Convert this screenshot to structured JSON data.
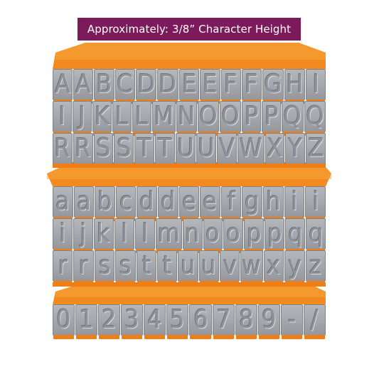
{
  "banner": {
    "text": "Approximately: 3/8” Character Height"
  },
  "colors": {
    "banner_bg": "#7d1a5c",
    "stamp_body": "#a3a7ac",
    "handle_orange": "#f07e16"
  },
  "uppercase": {
    "row1": [
      "A",
      "A",
      "B",
      "C",
      "D",
      "D",
      "E",
      "E",
      "F",
      "F",
      "G",
      "H",
      "I"
    ],
    "row2": [
      "I",
      "J",
      "K",
      "L",
      "L",
      "M",
      "N",
      "O",
      "O",
      "P",
      "P",
      "Q",
      "Q"
    ],
    "row3": [
      "R",
      "R",
      "S",
      "S",
      "T",
      "T",
      "U",
      "U",
      "V",
      "W",
      "X",
      "Y",
      "Z"
    ]
  },
  "lowercase": {
    "row1": [
      "a",
      "a",
      "b",
      "c",
      "d",
      "d",
      "e",
      "e",
      "f",
      "g",
      "h",
      "i",
      "i"
    ],
    "row2": [
      "i",
      "j",
      "k",
      "l",
      "l",
      "m",
      "n",
      "o",
      "o",
      "p",
      "p",
      "q",
      "q"
    ],
    "row3": [
      "r",
      "r",
      "s",
      "s",
      "t",
      "t",
      "u",
      "u",
      "v",
      "w",
      "x",
      "y",
      "z"
    ]
  },
  "numbers": {
    "row1": [
      "0",
      "1",
      "2",
      "3",
      "4",
      "5",
      "6",
      "7",
      "8",
      "9",
      "-",
      "/"
    ]
  }
}
